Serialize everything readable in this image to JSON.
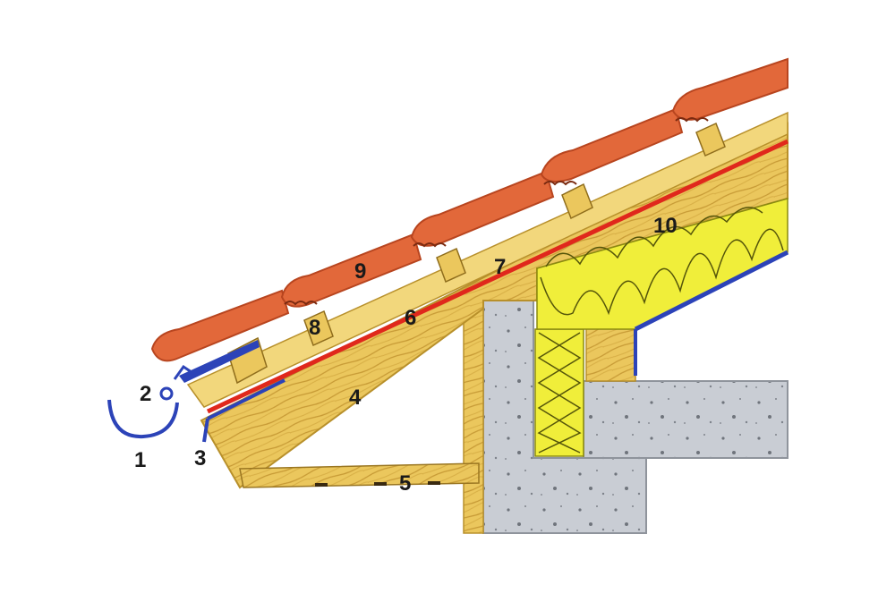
{
  "diagram": {
    "labels": {
      "l1": "1",
      "l2": "2",
      "l3": "3",
      "l4": "4",
      "l5": "5",
      "l6": "6",
      "l7": "7",
      "l8": "8",
      "l9": "9",
      "l10": "10"
    },
    "colors": {
      "tile": "#e2683a",
      "tile_dark": "#b8451f",
      "wood": "#e9c458",
      "wood_light": "#f2d77c",
      "wood_dark": "#b8902b",
      "membrane_red": "#e0281c",
      "metal_blue": "#2c43b8",
      "insulation": "#f0ee3a",
      "concrete": "#c9cdd4",
      "concrete_dark": "#8f949c",
      "ink": "#1a1a1a"
    }
  }
}
